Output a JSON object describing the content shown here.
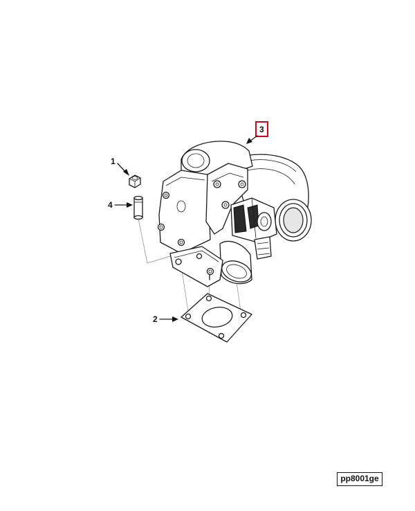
{
  "callouts": [
    {
      "label": "1",
      "part": "nut",
      "highlighted": false
    },
    {
      "label": "2",
      "part": "gasket",
      "highlighted": false
    },
    {
      "label": "3",
      "part": "turbocharger",
      "highlighted": true
    },
    {
      "label": "4",
      "part": "stud",
      "highlighted": false
    }
  ],
  "figure_id": "pp8001ge",
  "colors": {
    "line": "#1a1a1a",
    "highlight_box": "#d0021b",
    "background": "#ffffff"
  }
}
